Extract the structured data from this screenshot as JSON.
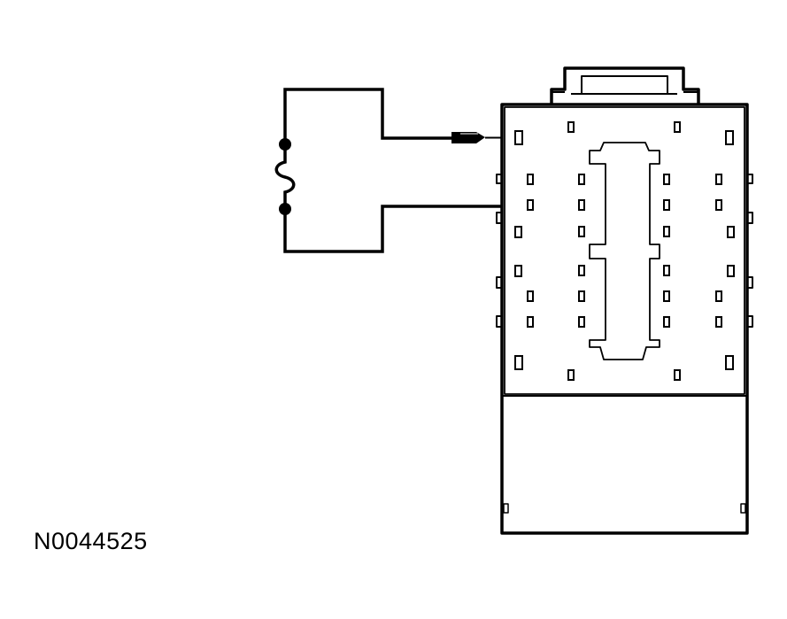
{
  "figure": {
    "id_label": "N0044525"
  },
  "colors": {
    "ink": "#000000",
    "paper": "#ffffff"
  },
  "components": {
    "jumper": "fused-jumper-wire",
    "fuse_icon": "fuse-symbol-icon",
    "connector": "multi-pin-connector",
    "probe_tips": "test-probe-pin-icon"
  }
}
